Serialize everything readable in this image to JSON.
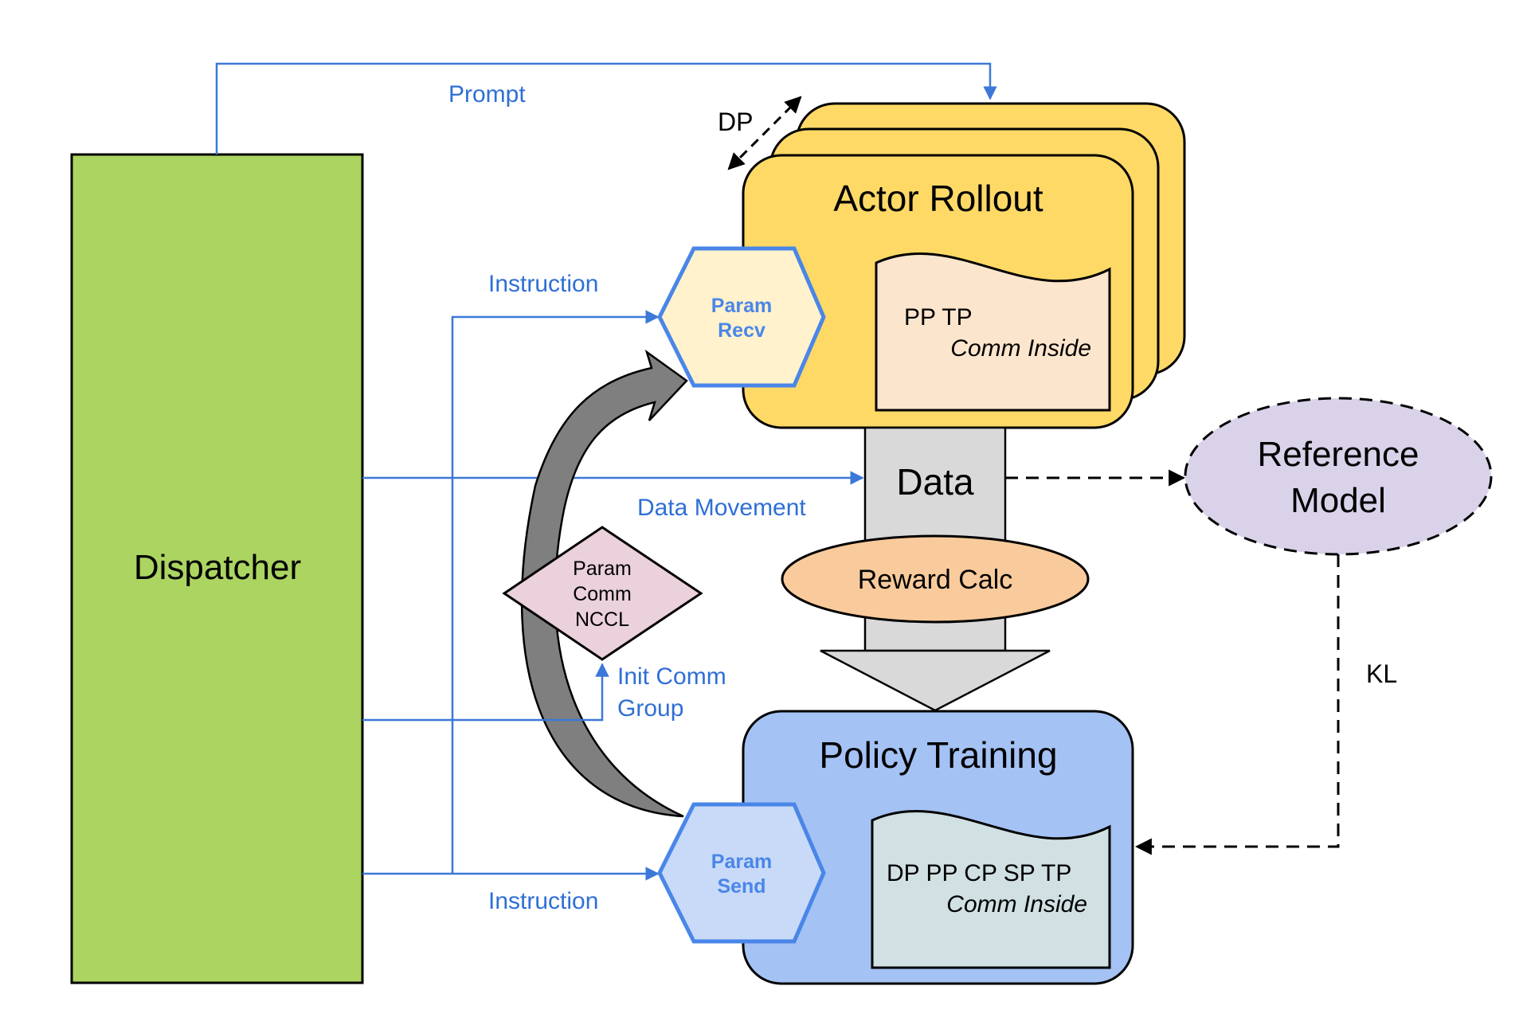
{
  "nodes": {
    "dispatcher": "Dispatcher",
    "actor_rollout": "Actor Rollout",
    "actor_parallel": "PP TP",
    "actor_comm": "Comm Inside",
    "policy_training": "Policy Training",
    "policy_parallel": "DP PP CP SP TP",
    "policy_comm": "Comm Inside",
    "param_recv": [
      "Param",
      "Recv"
    ],
    "param_send": [
      "Param",
      "Send"
    ],
    "param_comm": [
      "Param",
      "Comm",
      "NCCL"
    ],
    "data": "Data",
    "reward_calc": "Reward Calc",
    "reference_model": [
      "Reference",
      "Model"
    ]
  },
  "edges": {
    "prompt": "Prompt",
    "instruction_top": "Instruction",
    "instruction_bottom": "Instruction",
    "data_movement": "Data Movement",
    "init_comm": [
      "Init Comm",
      "Group"
    ],
    "dp": "DP",
    "kl": "KL"
  },
  "colors": {
    "dispatcher": "#acd461",
    "actor": "#ffd966",
    "actor_doc": "#fce5cd",
    "policy": "#a4c2f4",
    "policy_doc": "#d0e0e3",
    "param_recv": "#fff2cc",
    "param_send": "#c9daf8",
    "param_comm": "#ead1dc",
    "reward": "#f9cb9c",
    "reference": "#d9d2e9",
    "data_arrow": "#d9d9d9",
    "line_blue": "#3c78d8"
  }
}
